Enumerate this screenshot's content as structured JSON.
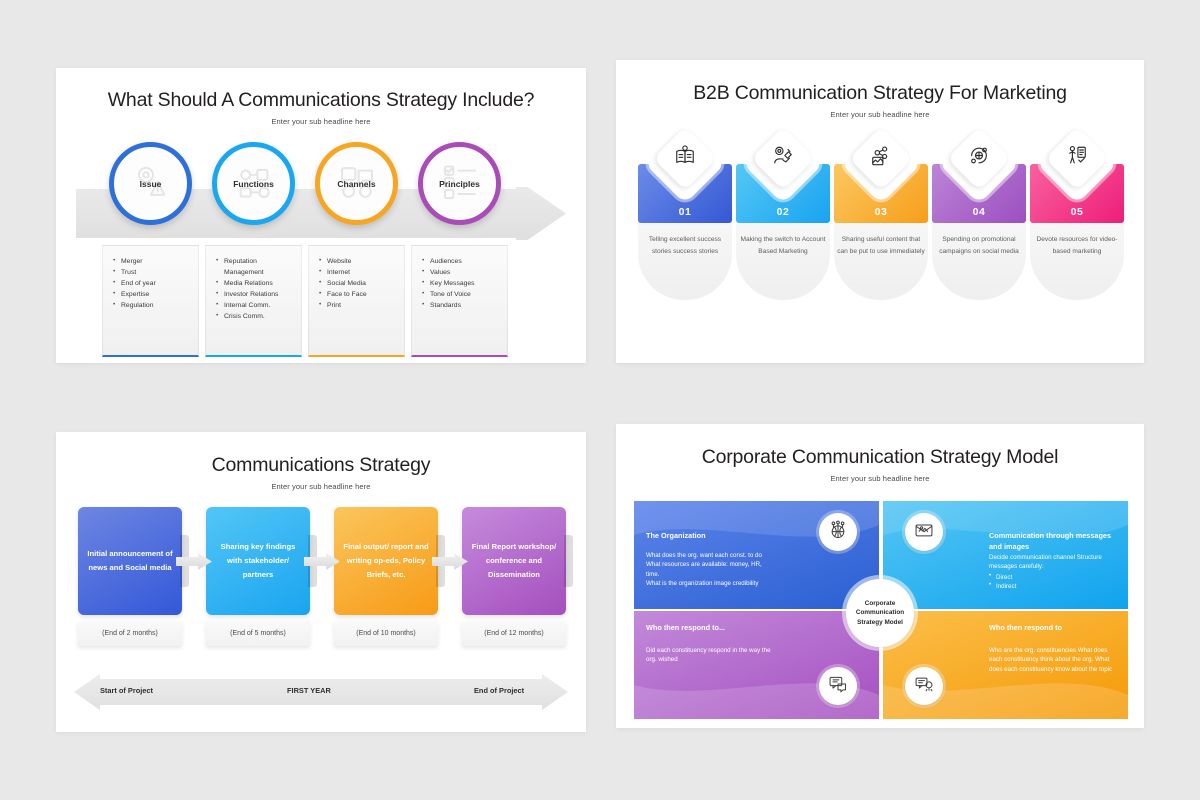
{
  "page": {
    "background_color": "#e8e8e8",
    "sub_headline": "Enter your sub headline here"
  },
  "palette": {
    "blue": "#2E6FD9",
    "cyan": "#1BA7F0",
    "orange": "#F5A623",
    "purple": "#A94CB8",
    "pink": "#F03E7E",
    "indigo": "#3F68D8",
    "amber": "#F89E20"
  },
  "slide1": {
    "title": "What Should A Communications Strategy Include?",
    "subtitle": "Enter your sub headline here",
    "steps": [
      {
        "label": "Issue",
        "color": "#2E6FD9",
        "icon": "alert-gear-icon",
        "items": [
          "Merger",
          "Trust",
          "End of year",
          "Expertise",
          "Regulation"
        ]
      },
      {
        "label": "Functions",
        "color": "#1BA7F0",
        "icon": "network-functions-icon",
        "items": [
          "Reputation Management",
          "Media Relations",
          "Investor Relations",
          "Internal Comm.",
          "Crisis Comm."
        ]
      },
      {
        "label": "Channels",
        "color": "#F5A623",
        "icon": "media-channels-icon",
        "items": [
          "Website",
          "Internet",
          "Social Media",
          "Face to Face",
          "Print"
        ]
      },
      {
        "label": "Principles",
        "color": "#A94CB8",
        "icon": "checklist-icon",
        "items": [
          "Audiences",
          "Values",
          "Key Messages",
          "Tone of Voice",
          "Standards"
        ]
      }
    ]
  },
  "slide2": {
    "title": "B2B Communication Strategy For Marketing",
    "subtitle": "Enter your sub headline here",
    "steps": [
      {
        "number": "01",
        "color_from": "#6C8CE8",
        "color_to": "#3458D4",
        "icon": "book-idea-icon",
        "text": "Telling excellent success stories success stories"
      },
      {
        "number": "02",
        "color_from": "#55C8F5",
        "color_to": "#19A3F0",
        "icon": "target-hand-icon",
        "text": "Making the switch to Account Based Marketing"
      },
      {
        "number": "03",
        "color_from": "#FBC860",
        "color_to": "#F79E1B",
        "icon": "share-content-icon",
        "text": "Sharing useful content that can be put to use immediately"
      },
      {
        "number": "04",
        "color_from": "#BC85D6",
        "color_to": "#9C4FC0",
        "icon": "social-campaign-icon",
        "text": "Spending on promotional campaigns on social media"
      },
      {
        "number": "05",
        "color_from": "#F9619E",
        "color_to": "#ED1E79",
        "icon": "video-presenter-icon",
        "text": "Devote resources for video-based marketing"
      }
    ]
  },
  "slide3": {
    "title": "Communications Strategy",
    "subtitle": "Enter your sub headline here",
    "steps": [
      {
        "text": "Initial announcement of news and Social media",
        "caption": "(End of 2 months)",
        "color_from": "#6E86E2",
        "color_to": "#3358D8"
      },
      {
        "text": "Sharing key findings with stakeholder/ partners",
        "caption": "(End of 5 months)",
        "color_from": "#53C6F6",
        "color_to": "#1AA4EF"
      },
      {
        "text": "Final output/ report and writing op-eds, Policy Briefs, etc.",
        "caption": "(End of 10 months)",
        "color_from": "#FBC55C",
        "color_to": "#F79B16"
      },
      {
        "text": "Final Report workshop/ conference and Dissemination",
        "caption": "(End of 12 months)",
        "color_from": "#C58BDC",
        "color_to": "#A44FBE"
      }
    ],
    "timeline": {
      "start_label": "Start of Project",
      "middle_label": "FIRST YEAR",
      "end_label": "End of Project"
    }
  },
  "slide4": {
    "title": "Corporate Communication Strategy Model",
    "subtitle": "Enter your sub headline here",
    "center_label": "Corporate Communication Strategy Model",
    "quadrants": [
      {
        "position": "top-left",
        "title": "The Organization",
        "body": "What does the org. want each const. to do\nWhat resources are available: money, HR, time.\nWhat is the organization image credibility",
        "bullets": [],
        "icon": "globe-people-icon",
        "color_from": "#5C84EA",
        "color_to": "#2A5FD2"
      },
      {
        "position": "top-right",
        "title": "Communication through messages and images",
        "body": "Decide communication channel Structure messages carefully:",
        "bullets": [
          "Direct",
          "Indirect"
        ],
        "icon": "envelope-image-icon",
        "color_from": "#55C6F4",
        "color_to": "#10A3EE"
      },
      {
        "position": "bottom-left",
        "title": "Who then respond to...",
        "body": "Did each constituency respond in the way the org. wished",
        "bullets": [],
        "icon": "speech-reply-icon",
        "color_from": "#C28ADA",
        "color_to": "#A54FC0"
      },
      {
        "position": "bottom-right",
        "title": "Who then respond to",
        "body": "Who are the org. constituencies What does each constituency think about the org. What does each constituency know about the topic",
        "bullets": [],
        "icon": "discussion-icon",
        "color_from": "#FBBF4A",
        "color_to": "#F59A07"
      }
    ]
  }
}
